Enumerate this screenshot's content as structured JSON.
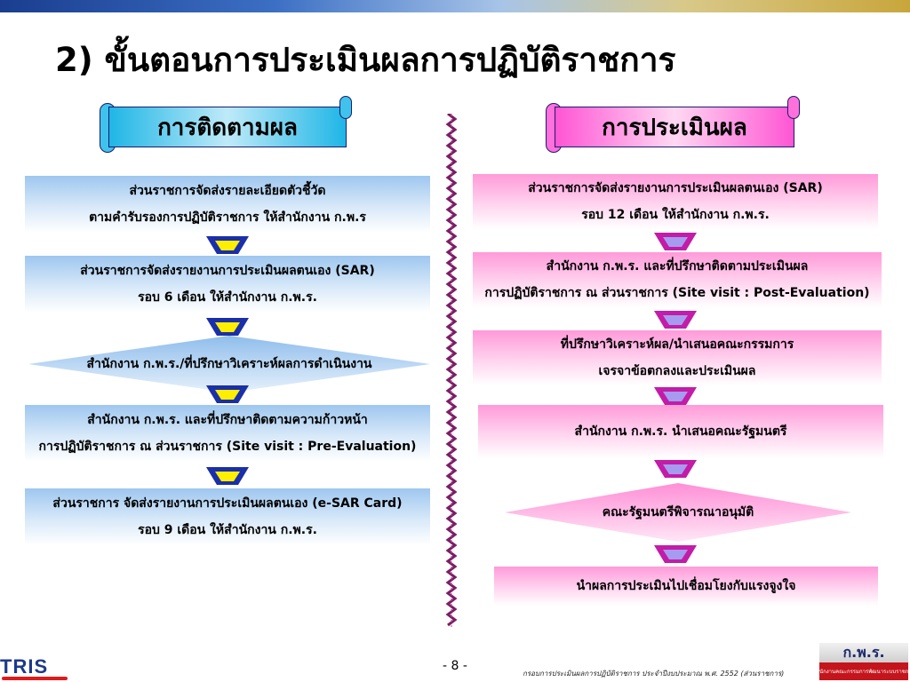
{
  "title": "2) ขั้นตอนการประเมินผลการปฏิบัติราชการ",
  "colors": {
    "blue_accent": "#1fb6e6",
    "pink_accent": "#ff55d4",
    "arrow_blue": "#1a2fa8",
    "arrow_yellow": "#ffee00",
    "arrow_pink": "#c21ca8",
    "arrow_lilac": "#a79bf0"
  },
  "left": {
    "header": "การติดตามผล",
    "steps": [
      {
        "line1": "ส่วนราชการจัดส่งรายละเอียดตัวชี้วัด",
        "line2": "ตามคำรับรองการปฏิบัติราชการ ให้สำนักงาน ก.พ.ร"
      },
      {
        "line1": "ส่วนราชการจัดส่งรายงานการประเมินผลตนเอง (SAR)",
        "line2": "รอบ 6 เดือน  ให้สำนักงาน ก.พ.ร."
      },
      {
        "line1": "สำนักงาน ก.พ.ร./ที่ปรึกษาวิเคราะห์ผลการดำเนินงาน"
      },
      {
        "line1": "สำนักงาน ก.พ.ร. และที่ปรึกษาติดตามความก้าวหน้า",
        "line2": "การปฏิบัติราชการ ณ ส่วนราชการ (Site visit : Pre-Evaluation)"
      },
      {
        "line1": "ส่วนราชการ จัดส่งรายงานการประเมินผลตนเอง (e-SAR Card)",
        "line2": "รอบ 9 เดือน ให้สำนักงาน ก.พ.ร."
      }
    ]
  },
  "right": {
    "header": "การประเมินผล",
    "steps": [
      {
        "line1": "ส่วนราชการจัดส่งรายงานการประเมินผลตนเอง (SAR)",
        "line2": "รอบ 12 เดือน ให้สำนักงาน ก.พ.ร."
      },
      {
        "line1": "สำนักงาน ก.พ.ร. และที่ปรึกษาติดตามประเมินผล",
        "line2": "การปฏิบัติราชการ ณ ส่วนราชการ (Site visit : Post-Evaluation)"
      },
      {
        "line1": "ที่ปรึกษาวิเคราะห์ผล/นำเสนอคณะกรรมการ",
        "line2": "เจรจาข้อตกลงและประเมินผล"
      },
      {
        "line1": "สำนักงาน ก.พ.ร. นำเสนอคณะรัฐมนตรี"
      },
      {
        "line1": "คณะรัฐมนตรีพิจารณาอนุมัติ"
      },
      {
        "line1": "นำผลการประเมินไปเชื่อมโยงกับแรงจูงใจ"
      }
    ]
  },
  "footer": {
    "logo_text": "TRIS",
    "page_number": "- 8 -",
    "note": "กรอบการประเมินผลการปฏิบัติราชการ ประจำปีงบประมาณ พ.ศ. 2552 (ส่วนราชการ)",
    "ocsc_logo": "ก.พ.ร.",
    "ocsc_caption": "สำนักงานคณะกรรมการพัฒนาระบบราชการ"
  }
}
